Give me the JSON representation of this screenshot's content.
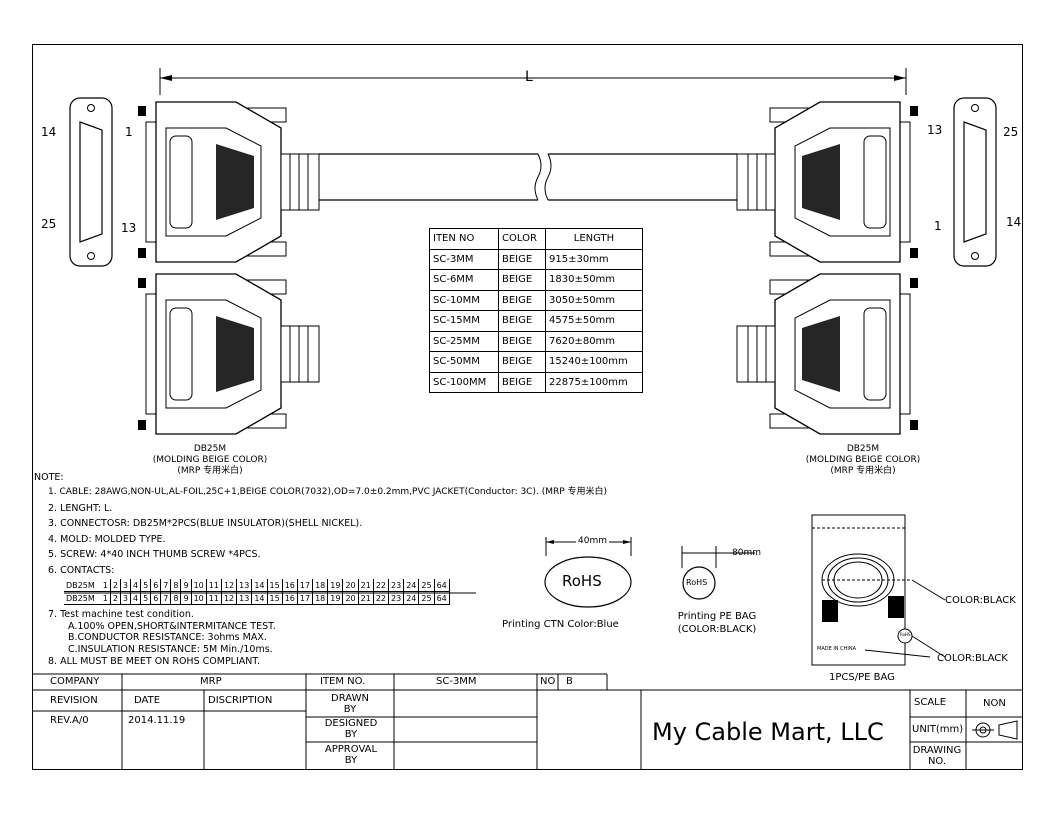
{
  "drawing": {
    "dimension_label": "L",
    "pin_labels_left": {
      "top_left": "14",
      "top_right": "1",
      "bottom_left": "25",
      "bottom_right": "13"
    },
    "pin_labels_right": {
      "top_left": "13",
      "top_right": "25",
      "bottom_left": "1",
      "bottom_right": "14"
    },
    "left_caption": [
      "DB25M",
      "(MOLDING BEIGE COLOR)",
      "(MRP 专用米白)"
    ],
    "right_caption": [
      "DB25M",
      "(MOLDING BEIGE COLOR)",
      "(MRP 专用米白)"
    ]
  },
  "length_table": {
    "headers": [
      "ITEN NO",
      "COLOR",
      "LENGTH"
    ],
    "rows": [
      [
        "SC-3MM",
        "BEIGE",
        "915±30mm"
      ],
      [
        "SC-6MM",
        "BEIGE",
        "1830±50mm"
      ],
      [
        "SC-10MM",
        "BEIGE",
        "3050±50mm"
      ],
      [
        "SC-15MM",
        "BEIGE",
        "4575±50mm"
      ],
      [
        "SC-25MM",
        "BEIGE",
        "7620±80mm"
      ],
      [
        "SC-50MM",
        "BEIGE",
        "15240±100mm"
      ],
      [
        "SC-100MM",
        "BEIGE",
        "22875±100mm"
      ]
    ]
  },
  "notes": {
    "title": "NOTE:",
    "items": [
      "1. CABLE: 28AWG,NON-UL,AL-FOIL,25C+1,BEIGE COLOR(7032),OD=7.0±0.2mm,PVC JACKET(Conductor: 3C). (MRP 专用米白)",
      "2. LENGHT: L.",
      "3. CONNECTOSR: DB25M*2PCS(BLUE INSULATOR)(SHELL NICKEL).",
      "4. MOLD: MOLDED TYPE.",
      "5. SCREW: 4*40 INCH THUMB SCREW *4PCS.",
      "6. CONTACTS:"
    ],
    "test_items": [
      "7. Test machine test condition.",
      "A.100% OPEN,SHORT&INTERMITANCE TEST.",
      "B.CONDUCTOR RESISTANCE: 3ohms MAX.",
      "C.INSULATION RESISTANCE: 5M Min./10ms.",
      "8. ALL MUST BE MEET ON ROHS COMPLIANT."
    ]
  },
  "contacts": {
    "rows": [
      {
        "label": "DB25M",
        "pins": [
          "1",
          "2",
          "3",
          "4",
          "5",
          "6",
          "7",
          "8",
          "9",
          "10",
          "11",
          "12",
          "13",
          "14",
          "15",
          "16",
          "17",
          "18",
          "19",
          "20",
          "21",
          "22",
          "23",
          "24",
          "25",
          "64"
        ]
      },
      {
        "label": "DB25M",
        "pins": [
          "1",
          "2",
          "3",
          "4",
          "5",
          "6",
          "7",
          "8",
          "9",
          "10",
          "11",
          "12",
          "13",
          "14",
          "15",
          "16",
          "17",
          "18",
          "19",
          "20",
          "21",
          "22",
          "23",
          "24",
          "25",
          "64"
        ]
      }
    ]
  },
  "rohs": {
    "ctn_dim": "40mm",
    "ctn_logo": "RoHS",
    "ctn_caption": "Printing CTN Color:Blue",
    "bag_dim": "80mm",
    "bag_logo": "RoHS",
    "bag_caption": [
      "Printing PE BAG",
      "(COLOR:BLACK)"
    ]
  },
  "bag": {
    "made_in": "MADE IN CHINA",
    "color_label_1": "COLOR:BLACK",
    "color_label_2": "COLOR:BLACK",
    "caption": "1PCS/PE BAG",
    "tag": "RoHS"
  },
  "title_block": {
    "company_label": "COMPANY",
    "company_value": "MRP",
    "item_label": "ITEM NO.",
    "item_value": "SC-3MM",
    "no_label": "NO",
    "no_value": "B",
    "revision_label": "REVISION",
    "date_label": "DATE",
    "description_label": "DISCRIPTION",
    "revision_value": "REV.A/0",
    "date_value": "2014.11.19",
    "drawn_by": [
      "DRAWN",
      "BY"
    ],
    "designed_by": [
      "DESIGNED",
      "BY"
    ],
    "approval_by": [
      "APPROVAL",
      "BY"
    ],
    "company_name": "My Cable Mart, LLC",
    "scale_label": "SCALE",
    "scale_value": "NON",
    "unit_label": "UNIT(mm)",
    "drawing_no": [
      "DRAWING",
      "NO."
    ]
  }
}
